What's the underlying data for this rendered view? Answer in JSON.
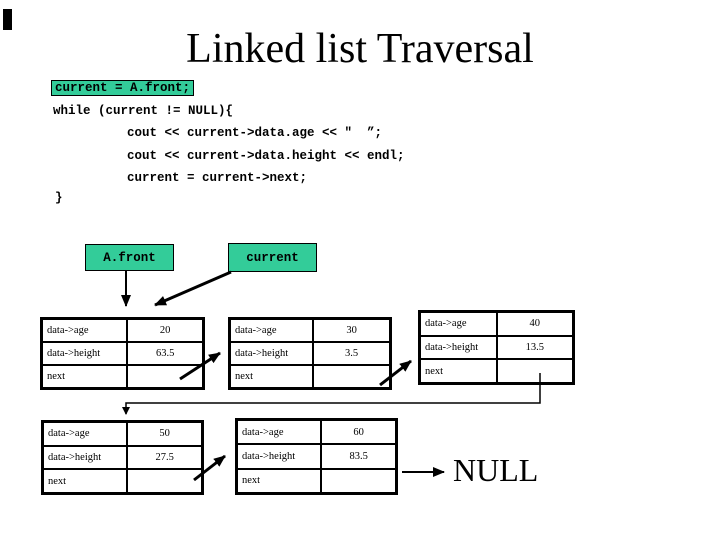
{
  "slide": {
    "title": "Linked list Traversal",
    "null_label": "NULL"
  },
  "code": {
    "line1": "current = A.front;",
    "line2": "while (current != NULL){",
    "line3": "cout << current->data.age << \"  ”;",
    "line4": "cout << current->data.height << endl;",
    "line5": "current = current->next;",
    "line6": "}"
  },
  "pointers": {
    "front_label": "A.front",
    "current_label": "current"
  },
  "colors": {
    "highlight_green": "#33CC99",
    "line_black": "#000000",
    "background": "#FFFFFF"
  },
  "nodes": [
    {
      "rows": [
        {
          "label": "data->age",
          "value": "20"
        },
        {
          "label": "data->height",
          "value": "63.5"
        },
        {
          "label": "next",
          "value": ""
        }
      ]
    },
    {
      "rows": [
        {
          "label": "data->age",
          "value": "30"
        },
        {
          "label": "data->height",
          "value": "3.5"
        },
        {
          "label": "next",
          "value": ""
        }
      ]
    },
    {
      "rows": [
        {
          "label": "data->age",
          "value": "40"
        },
        {
          "label": "data->height",
          "value": "13.5"
        },
        {
          "label": "next",
          "value": ""
        }
      ]
    },
    {
      "rows": [
        {
          "label": "data->age",
          "value": "50"
        },
        {
          "label": "data->height",
          "value": "27.5"
        },
        {
          "label": "next",
          "value": ""
        }
      ]
    },
    {
      "rows": [
        {
          "label": "data->age",
          "value": "60"
        },
        {
          "label": "data->height",
          "value": "83.5"
        },
        {
          "label": "next",
          "value": ""
        }
      ]
    }
  ]
}
